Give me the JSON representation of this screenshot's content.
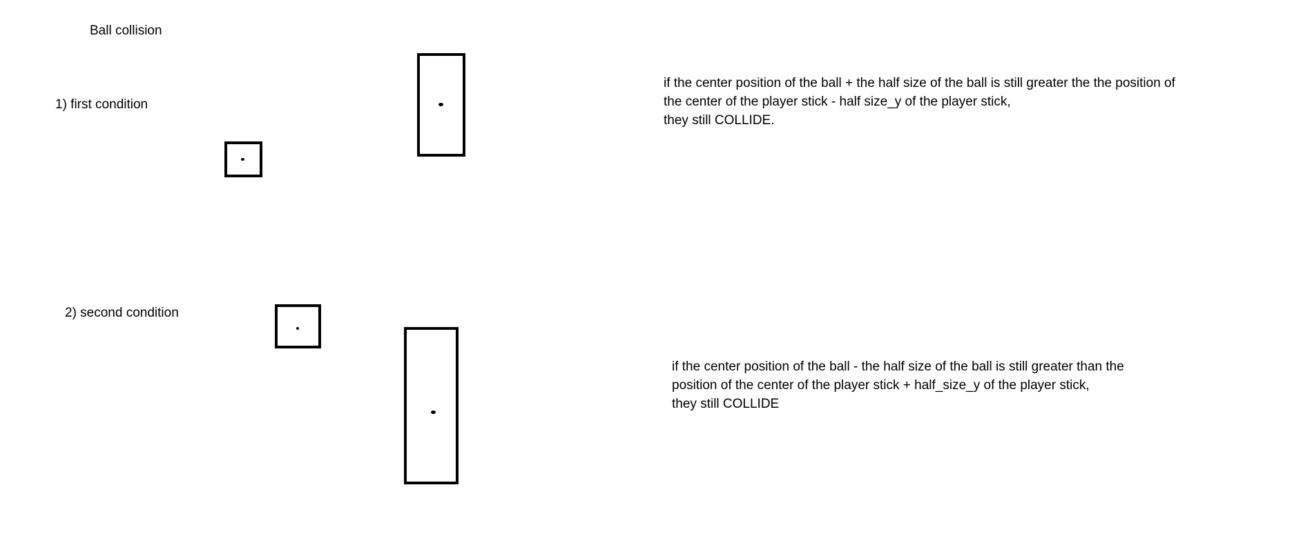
{
  "title": "Ball collision",
  "conditions": [
    {
      "label": "1) first condition",
      "lines": [
        "if the center position of the ball + the half size of the ball is still greater the the position of",
        "the center of the player stick - half size_y of the player stick,",
        "they still COLLIDE."
      ]
    },
    {
      "label": "2) second condition",
      "lines": [
        "if the center position of the ball  - the half size of the ball is still greater than the",
        "position of the center of the player stick + half_size_y of the player stick,",
        "they still COLLIDE"
      ]
    }
  ]
}
